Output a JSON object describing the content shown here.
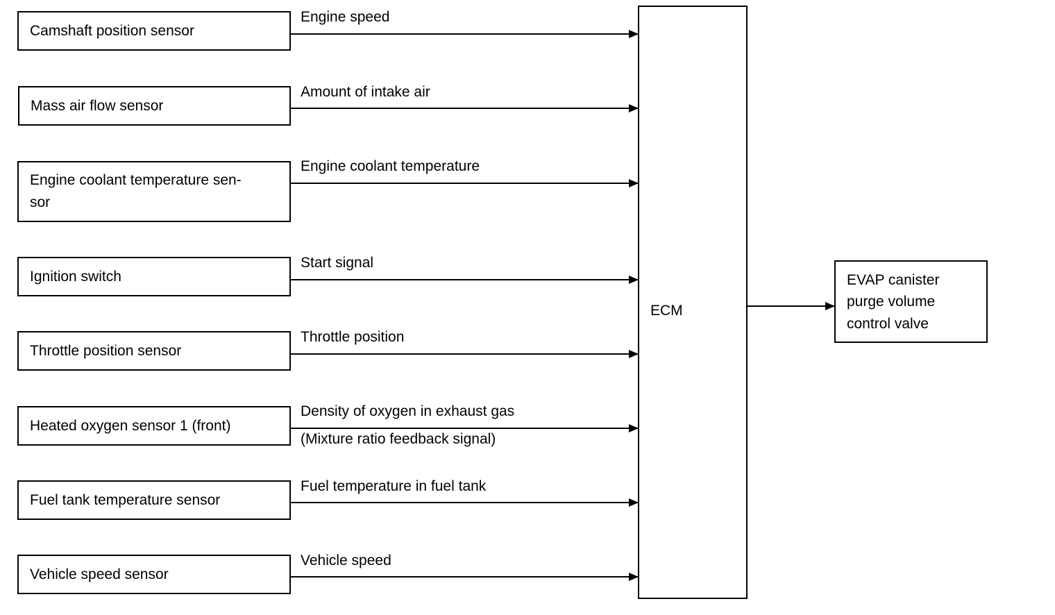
{
  "inputs": [
    {
      "sensor": [
        "Camshaft position sensor"
      ],
      "signal": [
        "Engine speed"
      ]
    },
    {
      "sensor": [
        "Mass air flow sensor"
      ],
      "signal": [
        "Amount of intake air"
      ]
    },
    {
      "sensor": [
        "Engine coolant temperature sen-",
        "sor"
      ],
      "signal": [
        "Engine coolant temperature"
      ]
    },
    {
      "sensor": [
        "Ignition switch"
      ],
      "signal": [
        "Start signal"
      ]
    },
    {
      "sensor": [
        "Throttle position sensor"
      ],
      "signal": [
        "Throttle position"
      ]
    },
    {
      "sensor": [
        "Heated oxygen sensor 1 (front)"
      ],
      "signal": [
        "Density of oxygen in exhaust gas",
        "(Mixture ratio feedback signal)"
      ]
    },
    {
      "sensor": [
        "Fuel tank temperature sensor"
      ],
      "signal": [
        "Fuel temperature in fuel tank"
      ]
    },
    {
      "sensor": [
        "Vehicle speed sensor"
      ],
      "signal": [
        "Vehicle speed"
      ]
    }
  ],
  "controller": {
    "label": "ECM"
  },
  "output": {
    "label": [
      "EVAP canister",
      "purge volume",
      "control valve"
    ]
  },
  "colors": {
    "line": "#000000",
    "background": "#ffffff"
  }
}
